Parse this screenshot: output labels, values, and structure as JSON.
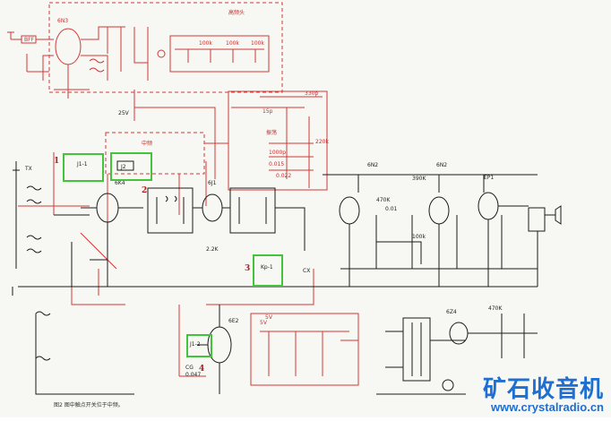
{
  "labels": {
    "head_box": "高频头",
    "if_box": "中频",
    "osc_box": "振荡",
    "tx": "TX",
    "v_5": "5V",
    "v_5b": "5V",
    "v_25": "25V",
    "cx": "CX",
    "caption": "图2 图中触点开关位于中频。"
  },
  "markers": [
    {
      "num": "1",
      "tag": "J1-1"
    },
    {
      "num": "2",
      "tag": "J2"
    },
    {
      "num": "3",
      "tag": "Kp-1"
    },
    {
      "num": "4",
      "tag": "J1-2"
    }
  ],
  "tubes": [
    "6N3",
    "6K4",
    "6J1",
    "6N2",
    "6N2",
    "EP1",
    "6E2",
    "6Z4"
  ],
  "values": [
    "100k",
    "100k",
    "100k",
    "330p",
    "15p",
    "220k",
    "1000p",
    "0.015",
    "0.022",
    "390K",
    "470K",
    "0.01",
    "100k",
    "2.2K",
    "470K",
    "CG",
    "0.047"
  ],
  "watermark": {
    "cn": "矿石收音机",
    "url": "www.crystalradio.cn"
  }
}
